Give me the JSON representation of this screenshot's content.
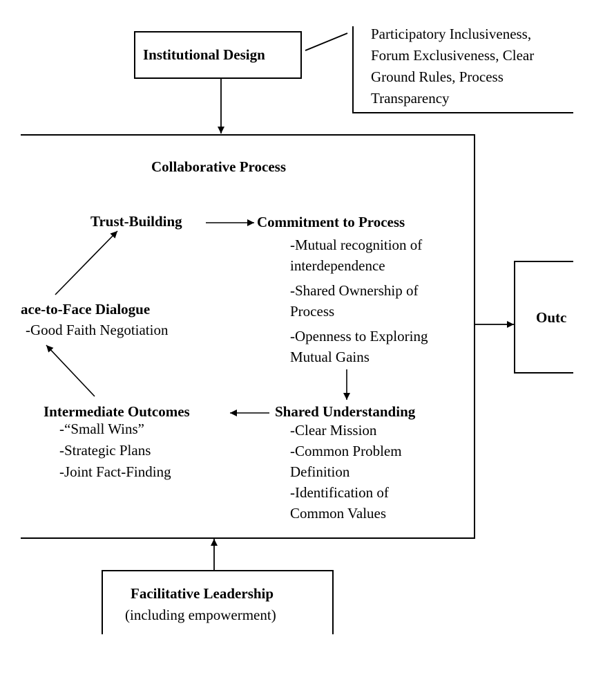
{
  "institutional_design": {
    "title": "Institutional Design",
    "details": [
      "Participatory Inclusiveness,",
      "Forum Exclusiveness, Clear",
      "Ground Rules, Process",
      "Transparency"
    ]
  },
  "collaborative_process": {
    "title": "Collaborative Process",
    "trust_building": "Trust-Building",
    "commitment": {
      "title": "Commitment to Process",
      "items": [
        "-Mutual recognition of",
        "interdependence",
        "-Shared Ownership of",
        "Process",
        "-Openness to Exploring",
        "Mutual Gains"
      ]
    },
    "face_to_face": {
      "title": "ace-to-Face Dialogue",
      "items": [
        "-Good Faith Negotiation"
      ]
    },
    "shared_understanding": {
      "title": "Shared Understanding",
      "items": [
        "-Clear Mission",
        "-Common Problem",
        "Definition",
        "-Identification of",
        "Common Values"
      ]
    },
    "intermediate_outcomes": {
      "title": "Intermediate Outcomes",
      "items": [
        "-“Small Wins”",
        "-Strategic Plans",
        "-Joint Fact-Finding"
      ]
    }
  },
  "outcomes": {
    "label": "Outc"
  },
  "facilitative_leadership": {
    "title": "Facilitative Leadership",
    "subtitle": "(including empowerment)"
  },
  "colors": {
    "ink": "#000000",
    "background": "#ffffff"
  }
}
